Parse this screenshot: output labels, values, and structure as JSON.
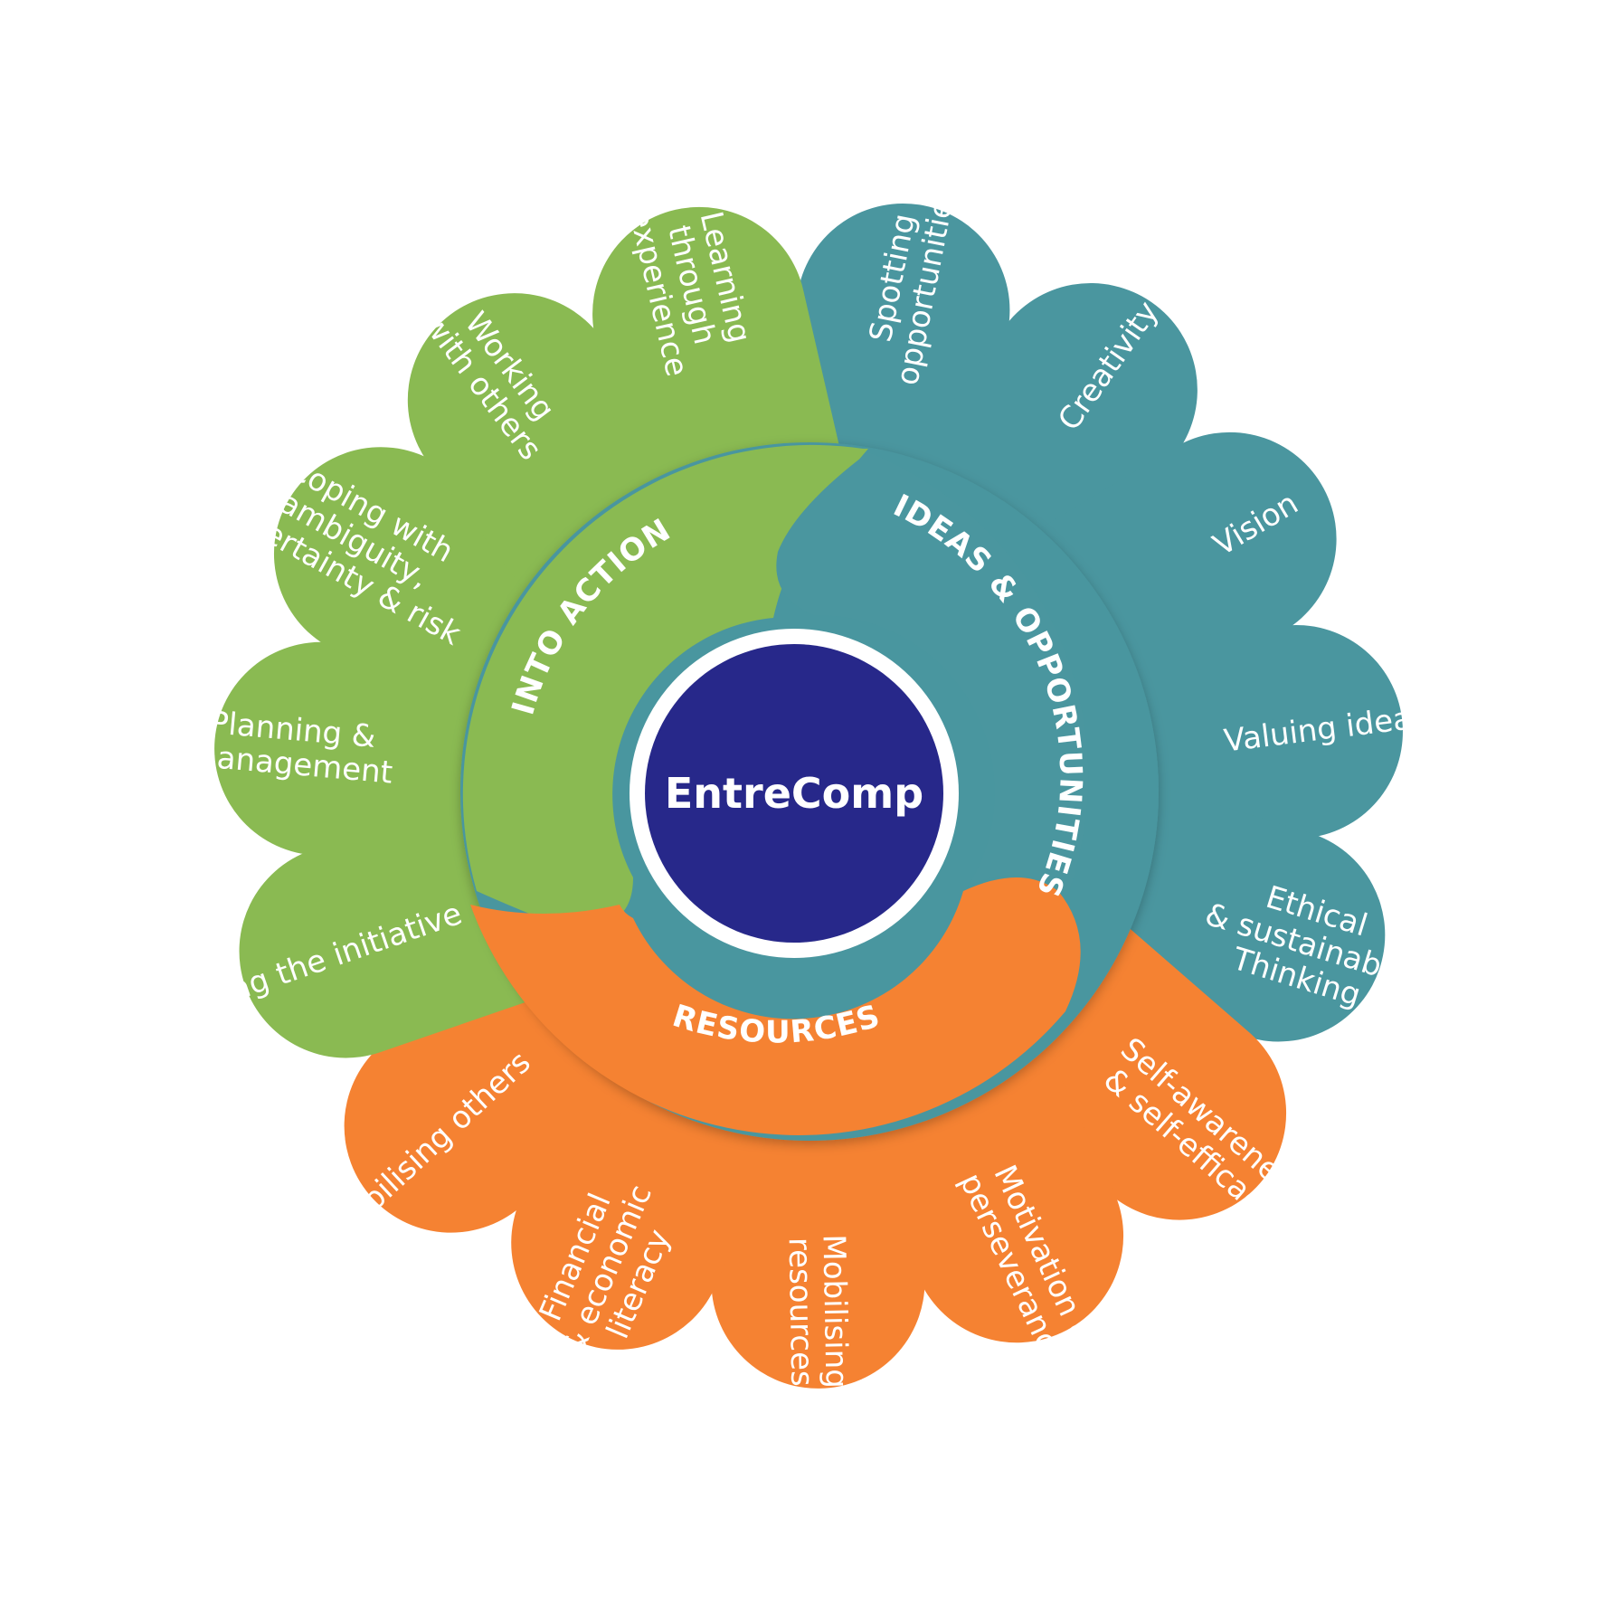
{
  "center": {
    "label": "EntreComp"
  },
  "areas": [
    {
      "id": "ideas",
      "label": "IDEAS & OPPORTUNITIES",
      "color": "#4a969f",
      "dark": "#006c6e"
    },
    {
      "id": "resources",
      "label": "RESOURCES",
      "color": "#f58232",
      "dark": "#e8501c"
    },
    {
      "id": "action",
      "label": "INTO ACTION",
      "color": "#8aba52",
      "dark": "#0a9a3a"
    }
  ],
  "competences": [
    {
      "area": "ideas",
      "lines": [
        "Spotting",
        "opportunities"
      ]
    },
    {
      "area": "ideas",
      "lines": [
        "Creativity"
      ]
    },
    {
      "area": "ideas",
      "lines": [
        "Vision"
      ]
    },
    {
      "area": "ideas",
      "lines": [
        "Valuing ideas"
      ]
    },
    {
      "area": "ideas",
      "lines": [
        "Ethical",
        "& sustainable",
        "Thinking"
      ]
    },
    {
      "area": "resources",
      "lines": [
        "Self-awareness",
        "& self-efficacy"
      ]
    },
    {
      "area": "resources",
      "lines": [
        "Motivation &",
        "perseverance"
      ]
    },
    {
      "area": "resources",
      "lines": [
        "Mobilising",
        "resources"
      ]
    },
    {
      "area": "resources",
      "lines": [
        "Financial",
        "& economic",
        "literacy"
      ]
    },
    {
      "area": "resources",
      "lines": [
        "Mobilising others"
      ]
    },
    {
      "area": "action",
      "lines": [
        "Taking the initiative"
      ]
    },
    {
      "area": "action",
      "lines": [
        "Planning &",
        "management"
      ]
    },
    {
      "area": "action",
      "lines": [
        "Coping with",
        "ambiguity,",
        "uncertainty & risk"
      ]
    },
    {
      "area": "action",
      "lines": [
        "Working",
        "with others"
      ]
    },
    {
      "area": "action",
      "lines": [
        "Learning",
        "through",
        "experience"
      ]
    }
  ]
}
